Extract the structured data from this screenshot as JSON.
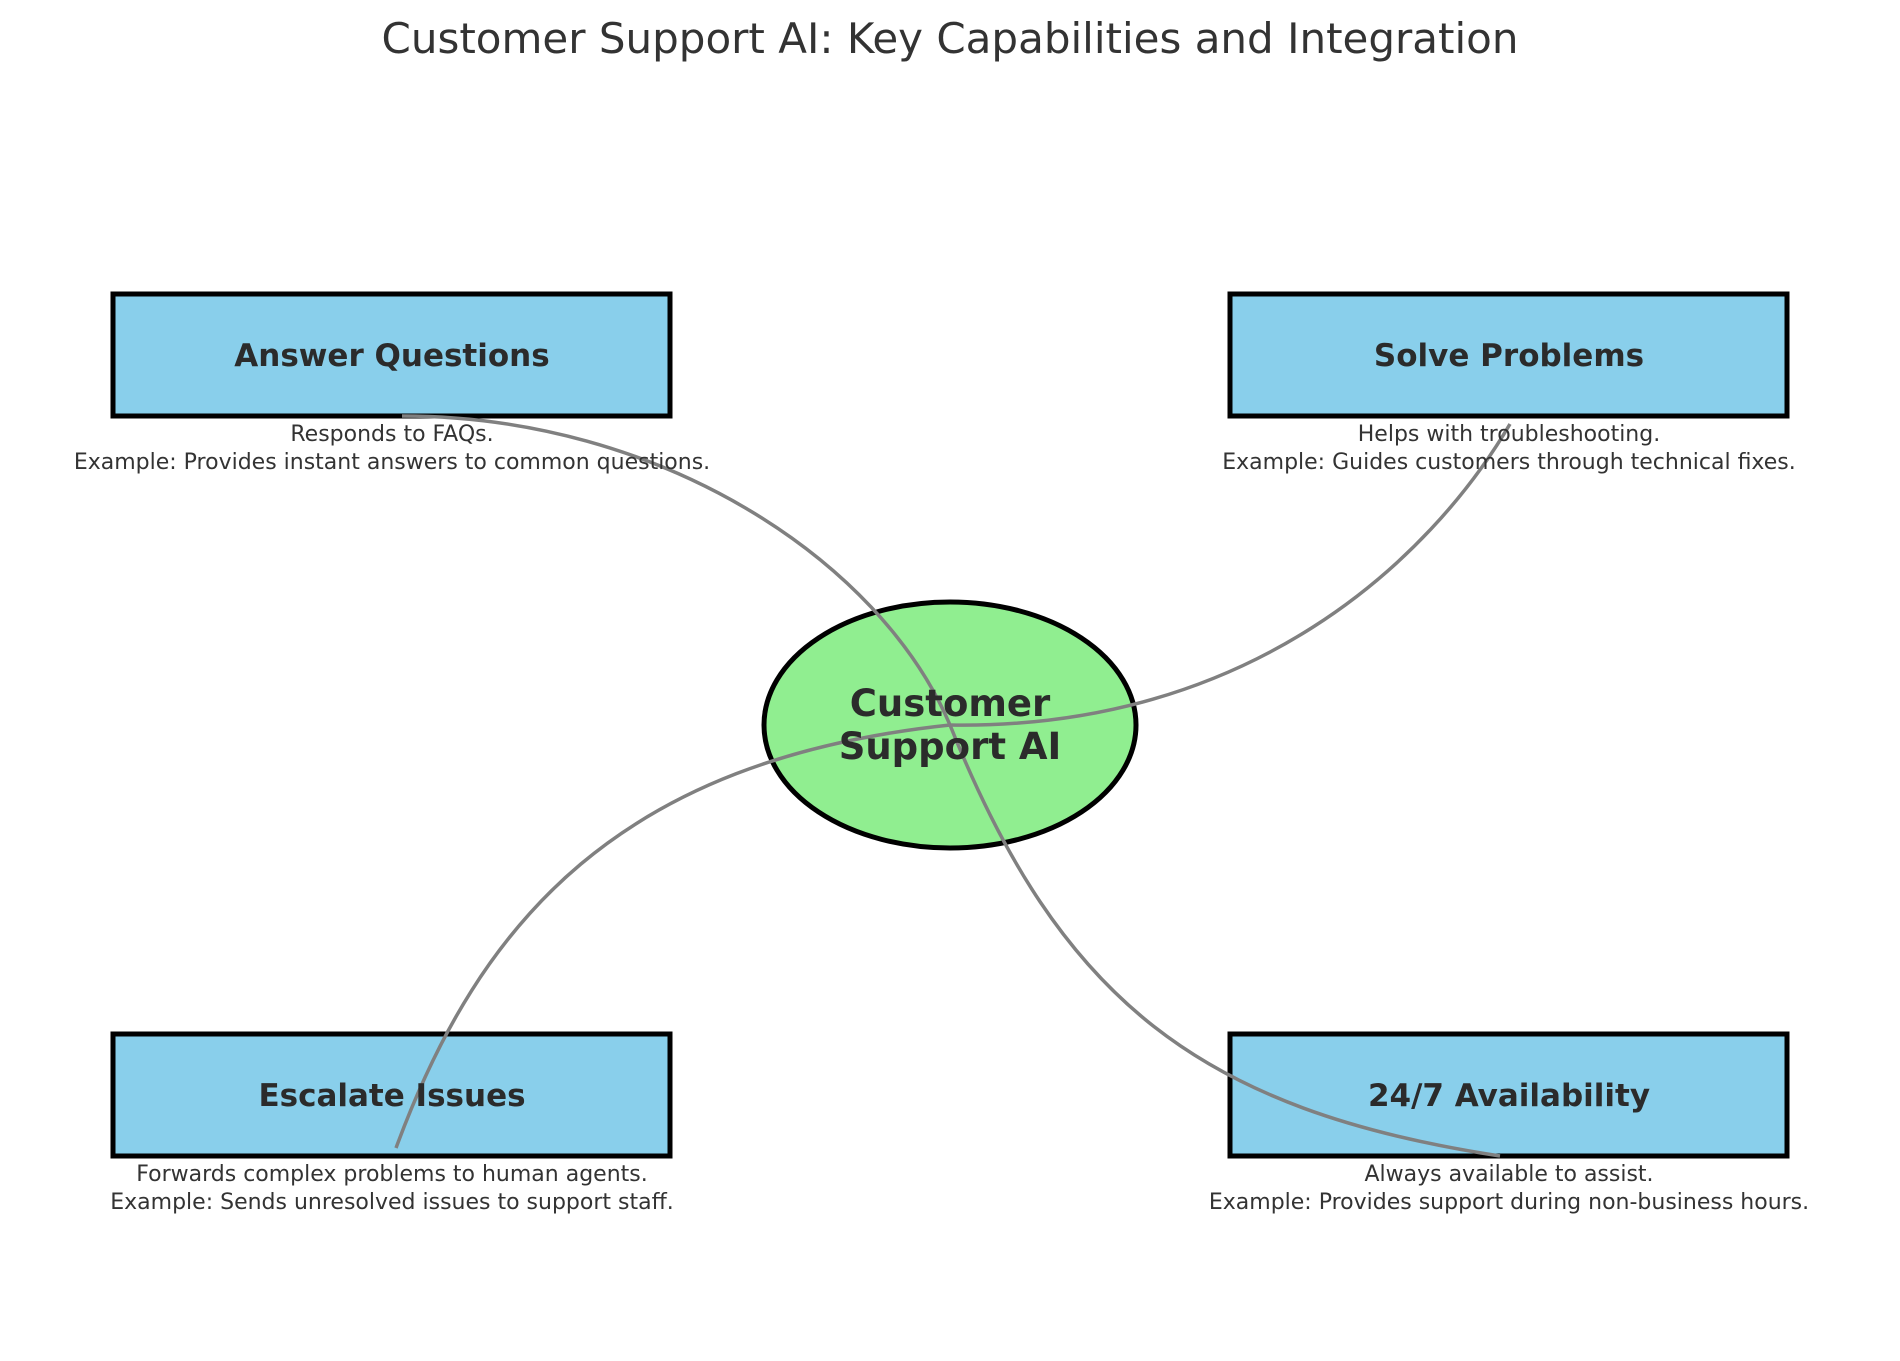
{
  "title": "Customer Support AI: Key Capabilities and Integration",
  "center": {
    "line1": "Customer",
    "line2": "Support AI"
  },
  "nodes": [
    {
      "label": "Answer Questions",
      "desc1": "Responds to FAQs.",
      "desc2": "Example: Provides instant answers to common questions."
    },
    {
      "label": "Solve Problems",
      "desc1": "Helps with troubleshooting.",
      "desc2": "Example: Guides customers through technical fixes."
    },
    {
      "label": "Escalate Issues",
      "desc1": "Forwards complex problems to human agents.",
      "desc2": "Example: Sends unresolved issues to support staff."
    },
    {
      "label": "24/7 Availability",
      "desc1": "Always available to assist.",
      "desc2": "Example: Provides support during non-business hours."
    }
  ],
  "colors": {
    "box_fill": "#89CFEB",
    "center_fill": "#90EE90",
    "connector": "#808080",
    "outline": "#000000"
  }
}
